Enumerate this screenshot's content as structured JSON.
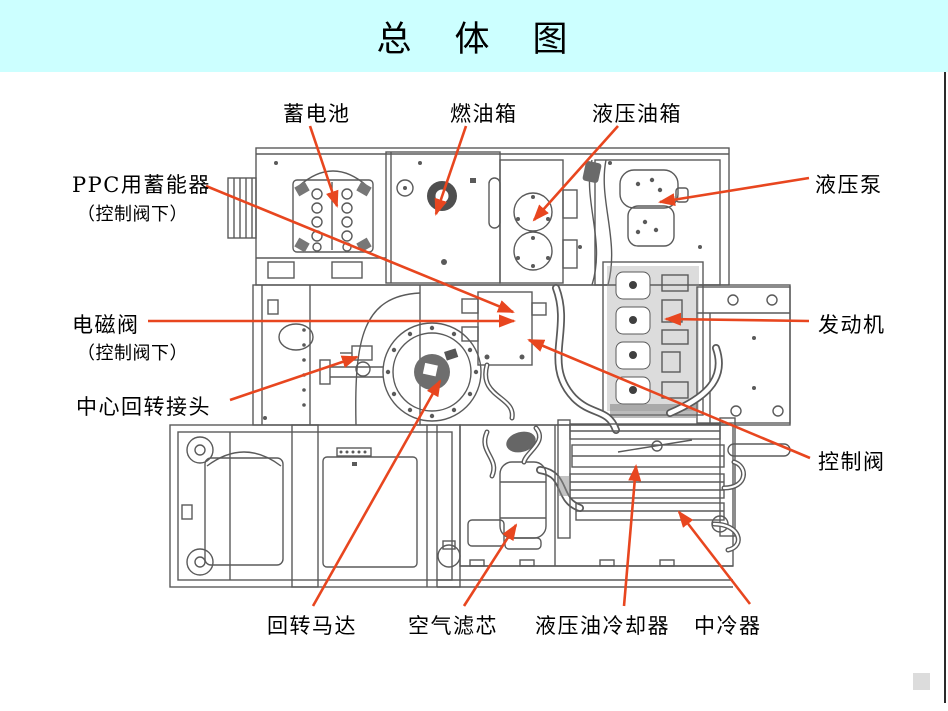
{
  "slide": {
    "title": "总　体　图"
  },
  "colors": {
    "header_background": "#ccffff",
    "arrow": "#e8461f",
    "drawing_line": "#5a5a5a",
    "label_text": "#000000",
    "corner_square": "#dcdcdc"
  },
  "labels": {
    "battery": "蓄电池",
    "fuel_tank": "燃油箱",
    "hydraulic_tank": "液压油箱",
    "hydraulic_pump": "液压泵",
    "ppc_accumulator": "PPC用蓄能器",
    "ppc_accumulator_sub": "（控制阀下）",
    "solenoid_valve": "电磁阀",
    "solenoid_valve_sub": "（控制阀下）",
    "center_swivel_joint": "中心回转接头",
    "engine": "发动机",
    "control_valve": "控制阀",
    "swing_motor": "回转马达",
    "air_filter": "空气滤芯",
    "hydraulic_oil_cooler": "液压油冷却器",
    "intercooler": "中冷器"
  }
}
